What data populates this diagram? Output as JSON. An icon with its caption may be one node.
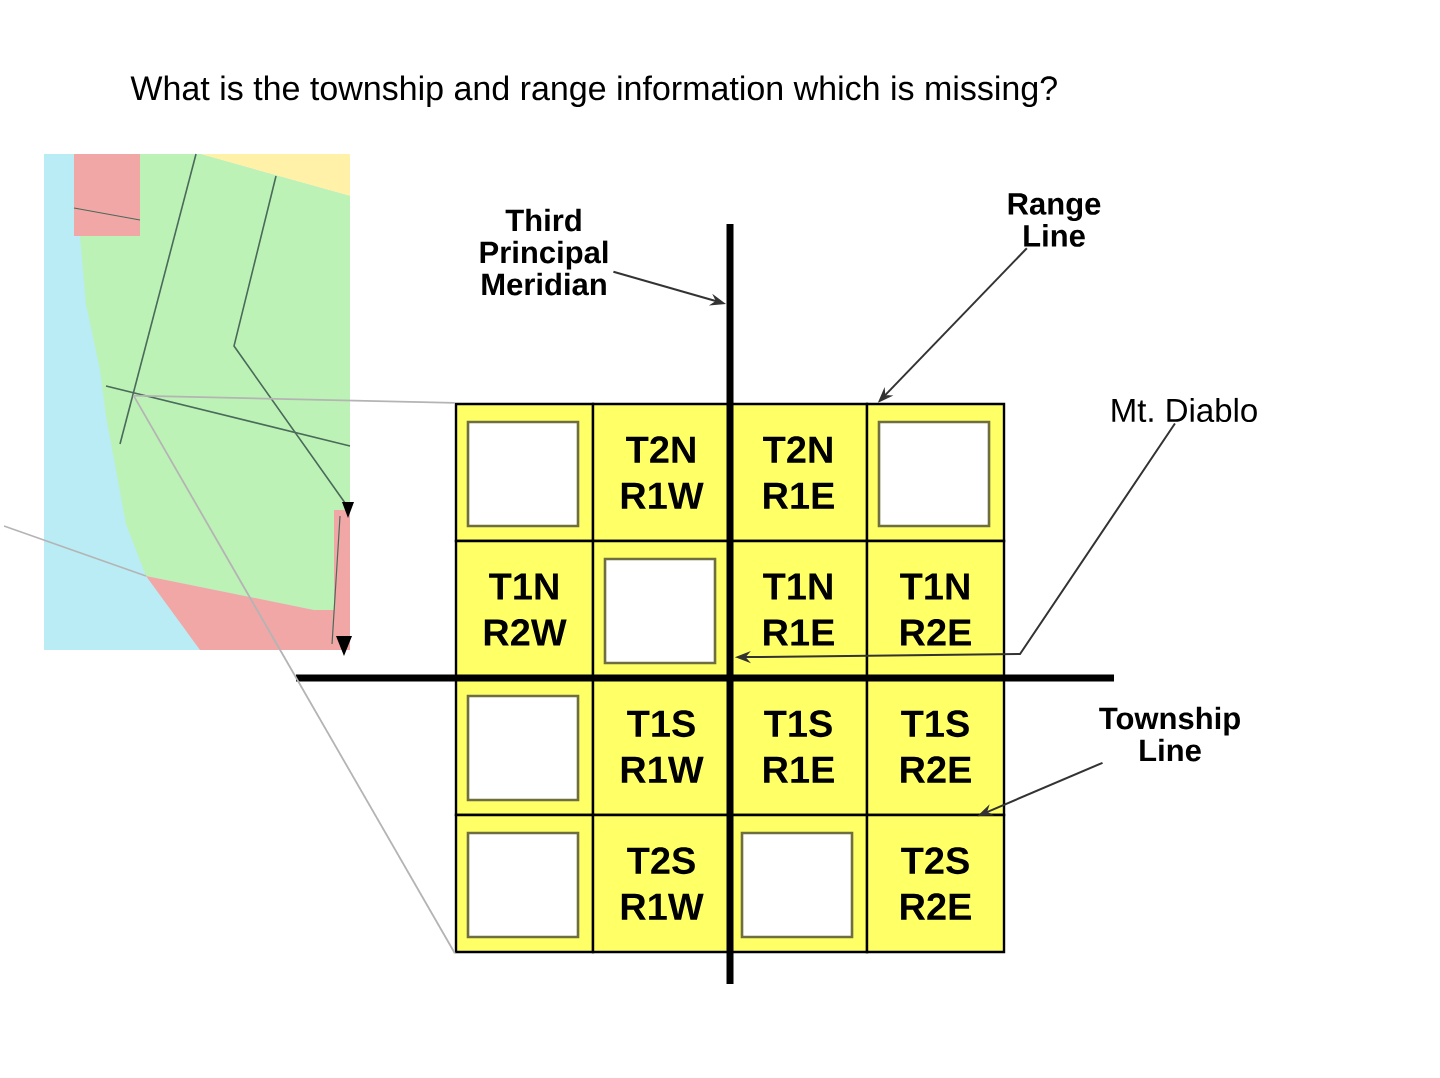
{
  "diagram": {
    "title": "What is the township and range information which is missing?",
    "nodes": [
      {
        "text": [],
        "shape": "picture"
      },
      {
        "text": [
          "Third Principal Meridian"
        ]
      },
      {
        "text": [
          "Range Line"
        ]
      },
      {
        "text": [
          "Mt. Diablo"
        ]
      },
      {
        "text": [
          "Township Line"
        ]
      },
      {
        "text": [],
        "shape": "box"
      },
      {
        "text": [
          "T2N R1W"
        ]
      },
      {
        "text": [
          "T2N R1E"
        ]
      },
      {
        "text": [],
        "shape": "box"
      },
      {
        "text": [
          "T1N R2W"
        ]
      },
      {
        "text": [],
        "shape": "box"
      },
      {
        "text": [
          "T1N R1E"
        ]
      },
      {
        "text": [
          "T1N R2E"
        ]
      },
      {
        "text": [],
        "shape": "box"
      },
      {
        "text": [
          "T1S R1W"
        ]
      },
      {
        "text": [
          "T1S R1E"
        ]
      },
      {
        "text": [
          "T1S R2E"
        ]
      },
      {
        "text": [],
        "shape": "box"
      },
      {
        "text": [
          "T2S R1W"
        ]
      },
      {
        "text": [],
        "shape": "box"
      },
      {
        "text": [
          "T2S R2E"
        ]
      },
      {
        "text": [],
        "shape": "bar"
      },
      {
        "text": [],
        "shape": "bar"
      }
    ],
    "edges": [
      {
        "from": 1,
        "to": 21,
        "arrow": "to"
      },
      {
        "from": 2,
        "to": 8,
        "arrow": "to"
      },
      {
        "from": 3,
        "to": 11,
        "arrow": "to"
      },
      {
        "from": 4,
        "to": 16,
        "arrow": "to"
      },
      {
        "from": 0,
        "to": 5,
        "arrow": "none",
        "color": "#b4b4b4"
      },
      {
        "from": 0,
        "to": 17,
        "arrow": "none",
        "color": "#b4b4b4"
      }
    ]
  }
}
